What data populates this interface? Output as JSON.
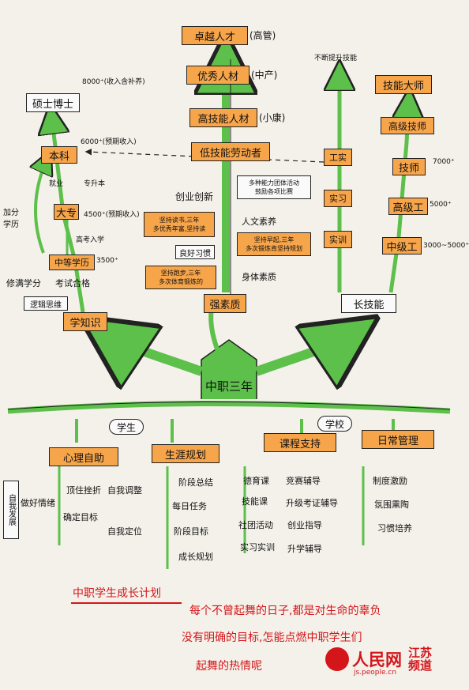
{
  "top_boxes": {
    "excellent": "卓越人才",
    "excellent_note": "(高管)",
    "senior": "优秀人材",
    "senior_note": "(中产)",
    "high_skill": "高技能人材",
    "high_skill_note": "(小康)",
    "low_skill": "低技能劳动者"
  },
  "left_path": {
    "master": "硕士博士",
    "master_salary": "8000⁺(收入含补养)",
    "bachelor": "本科",
    "bachelor_salary": "6000⁺(预期收入)",
    "college": "大专",
    "college_salary": "4500⁺(预期收入)",
    "secondary": "中等学历",
    "secondary_salary": "3500⁺",
    "employ_note": "就业",
    "upgrade_note": "专升本",
    "exam_note": "高考入学",
    "side_label": "加分学历",
    "score_note": "修满学分",
    "pass_note": "考试合格",
    "thinking": "逻辑思维",
    "base": "学知识"
  },
  "middle_path": {
    "base": "强素质",
    "entrepreneur": "创业创新",
    "create_note1": "多种能力团体活动",
    "create_note2": "鼓励各项比赛",
    "humanity": "人文素养",
    "read_note1": "坚持读书,三年",
    "read_note2": "多优秀年富,坚持读",
    "good_habits": "良好习惯",
    "habit_note1": "坚持早起,三年",
    "habit_note2": "多次锻炼肯坚持规划",
    "body": "身体素质",
    "sport_note1": "坚持跑步,三年",
    "sport_note2": "多次体育锻炼的"
  },
  "right_path": {
    "top_note": "不断提升技能",
    "master_tech": "技能大师",
    "senior_tech": "高级技师",
    "senior_salary": "7000⁺",
    "technician": "技师",
    "senior_worker": "高级工",
    "senior_worker_salary": "5000⁺",
    "mid_worker": "中级工",
    "mid_worker_salary": "3000~5000⁺",
    "practice_a": "工实",
    "practice_b": "实习",
    "practice_c": "实训",
    "base": "长技能"
  },
  "center": {
    "title": "中职三年"
  },
  "bottom": {
    "student_tag": "学生",
    "school_tag": "学校",
    "self_growth": "心理自助",
    "career_plan": "生涯规划",
    "course_support": "课程支持",
    "daily_mgmt": "日常管理",
    "side_label": "自我发展",
    "s1": "顶住挫折",
    "s1b": "自我调整",
    "s2": "确定目标",
    "s2b": "自我定位",
    "s3": "做好情绪",
    "c1": "阶段总结",
    "c2": "每日任务",
    "c3": "阶段目标",
    "c4": "成长规划",
    "k1": "德育课",
    "k2": "技能课",
    "k3": "社团活动",
    "k4": "实习实训",
    "k5": "竞赛辅导",
    "k6": "升级考证辅导",
    "k7": "创业指导",
    "k8": "升学辅导",
    "m1": "制度激励",
    "m2": "氛围熏陶",
    "m3": "习惯培养"
  },
  "caption": {
    "title": "中职学生成长计划",
    "line1": "每个不曾起舞的日子,都是对生命的辜负",
    "line2": "没有明确的目标,怎能点燃中职学生们",
    "line3": "起舞的热情呢"
  },
  "logo": {
    "name": "人民网",
    "domain": "js.people.cn",
    "ch1": "江苏",
    "ch2": "频道"
  },
  "colors": {
    "box": "#f7a54a",
    "arrow": "#5cc04a",
    "ink": "#222222",
    "red": "#d4161b"
  }
}
